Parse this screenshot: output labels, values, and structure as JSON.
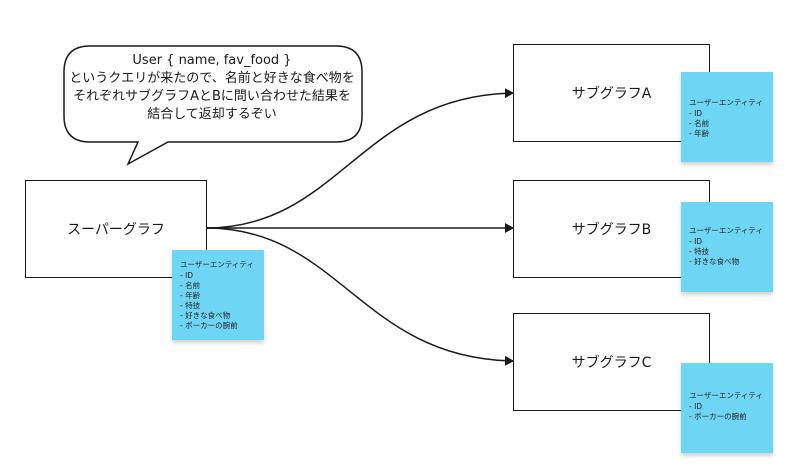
{
  "speech_bubble": {
    "lines": [
      "User { name, fav_food }",
      "というクエリが来たので、名前と好きな食べ物を",
      "それぞれサブグラフAとBに問い合わせた結果を",
      "結合して返却するぞい"
    ]
  },
  "supergraph": {
    "label": "スーパーグラフ",
    "note": {
      "title": "ユーザーエンティティ",
      "items": [
        "- ID",
        "- 名前",
        "- 年齢",
        "- 特技",
        "- 好きな食べ物",
        "- ポーカーの腕前"
      ]
    }
  },
  "subgraphs": [
    {
      "label": "サブグラフA",
      "note": {
        "title": "ユーザーエンティティ",
        "items": [
          "- ID",
          "- 名前",
          "- 年齢"
        ]
      }
    },
    {
      "label": "サブグラフB",
      "note": {
        "title": "ユーザーエンティティ",
        "items": [
          "- ID",
          "- 特技",
          "- 好きな食べ物"
        ]
      }
    },
    {
      "label": "サブグラフC",
      "note": {
        "title": "ユーザーエンティティ",
        "items": [
          "- ID",
          "- ポーカーの腕前"
        ]
      }
    }
  ],
  "colors": {
    "note": "#6fd5f4",
    "stroke": "#1a1a1a"
  }
}
